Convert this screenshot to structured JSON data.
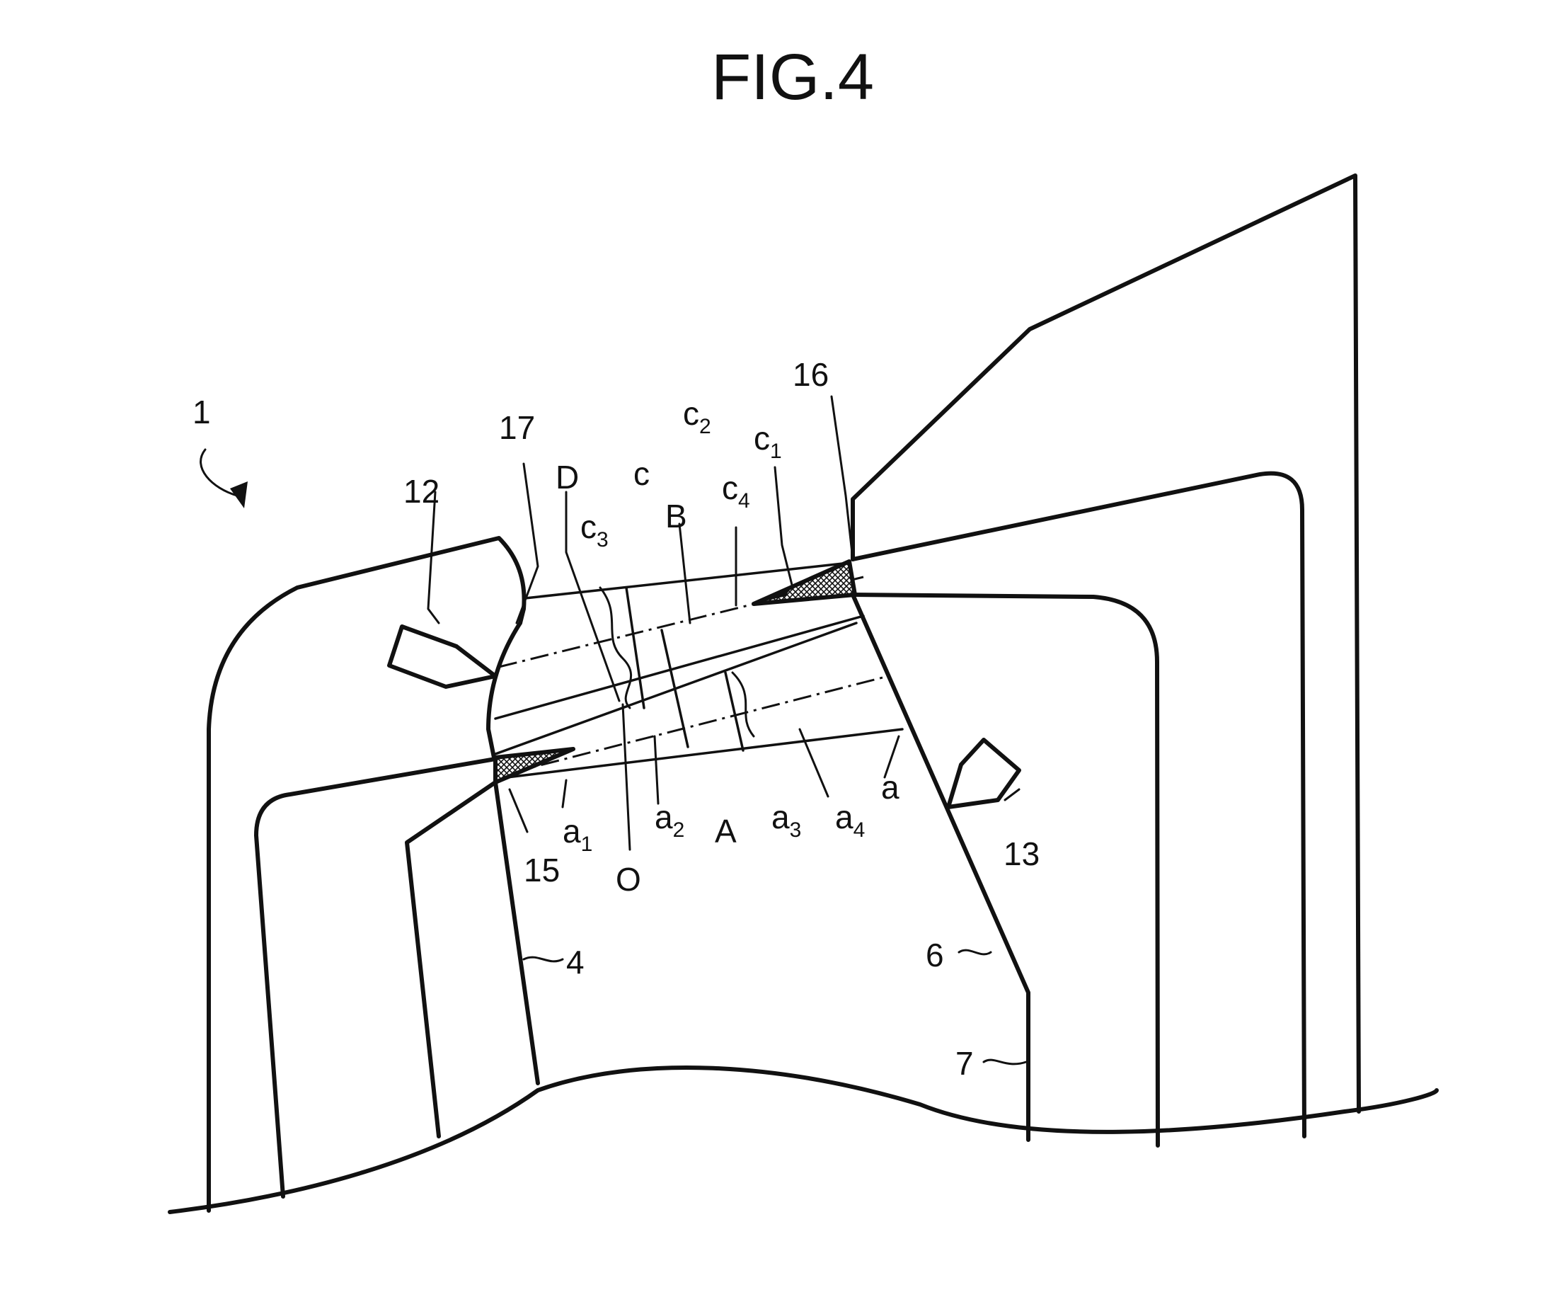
{
  "figure": {
    "title": "FIG.4",
    "labels": {
      "l1": "1",
      "l12": "12",
      "l17": "17",
      "lD": "D",
      "lc": "c",
      "lc2": {
        "base": "c",
        "sub": "2"
      },
      "lc1": {
        "base": "c",
        "sub": "1"
      },
      "l16": "16",
      "lc3": {
        "base": "c",
        "sub": "3"
      },
      "lB": "B",
      "lc4": {
        "base": "c",
        "sub": "4"
      },
      "la": "a",
      "l13": "13",
      "la1": {
        "base": "a",
        "sub": "1"
      },
      "la2": {
        "base": "a",
        "sub": "2"
      },
      "lA": "A",
      "la3": {
        "base": "a",
        "sub": "3"
      },
      "la4": {
        "base": "a",
        "sub": "4"
      },
      "l15": "15",
      "lO": "O",
      "l4": "4",
      "l6": "6",
      "l7": "7"
    }
  }
}
